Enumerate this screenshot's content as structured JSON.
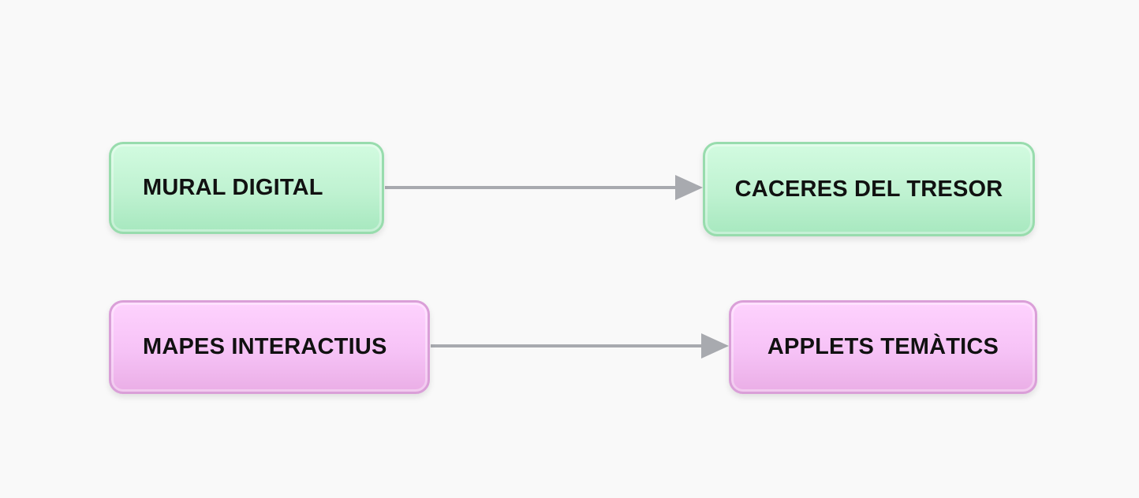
{
  "diagram": {
    "nodes": [
      {
        "id": "n1",
        "label": "MURAL DIGITAL",
        "color": "#bff2d1"
      },
      {
        "id": "n2",
        "label": "CACERES DEL TRESOR",
        "color": "#bff2d1"
      },
      {
        "id": "n3",
        "label": "MAPES INTERACTIUS",
        "color": "#f6c2f6"
      },
      {
        "id": "n4",
        "label": "APPLETS TEMÀTICS",
        "color": "#f6c2f6"
      }
    ],
    "edges": [
      {
        "from": "n1",
        "to": "n2"
      },
      {
        "from": "n3",
        "to": "n4"
      }
    ],
    "edge_color": "#a8aaaf"
  }
}
